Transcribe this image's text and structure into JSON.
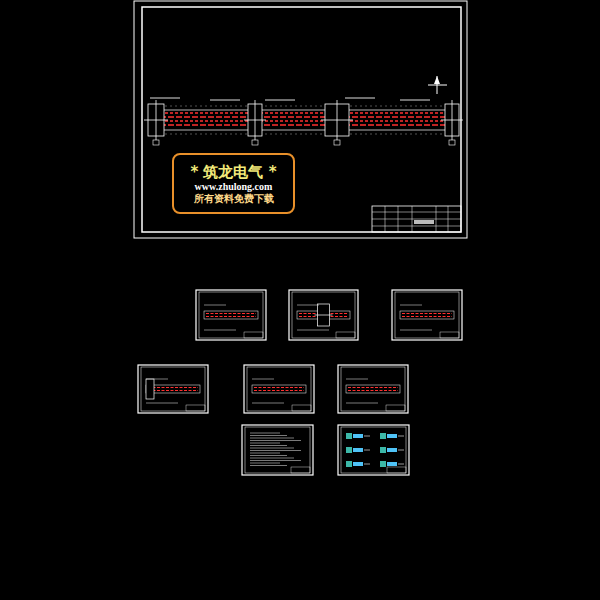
{
  "diagram": {
    "nodes": [
      {
        "text": [
          "* 筑龙电气 *",
          "www.zhulong.com",
          "所有资料免费下载"
        ]
      }
    ]
  }
}
